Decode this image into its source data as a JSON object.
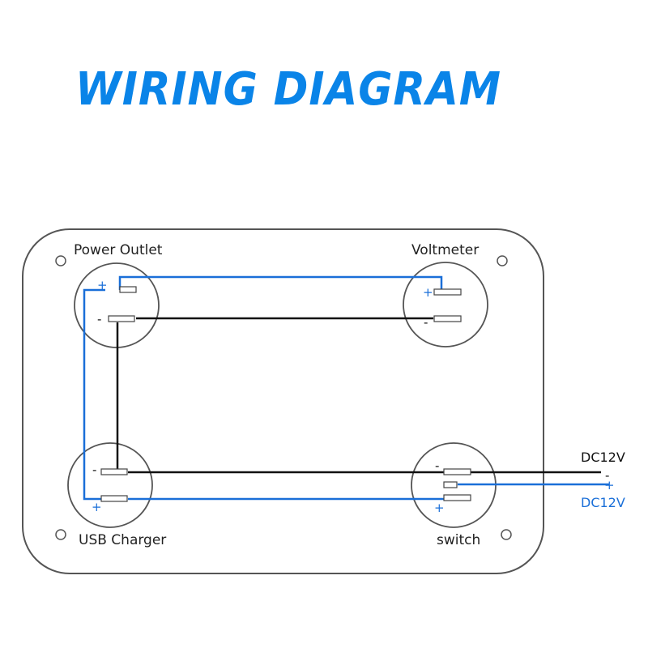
{
  "title": "WIRING DIAGRAM",
  "colors": {
    "accent": "#0a84e8",
    "wire_positive": "#1a6fd8",
    "wire_negative": "#111111",
    "panel_border": "#555555"
  },
  "components": {
    "power_outlet": {
      "label": "Power Outlet",
      "plus": "+",
      "minus": "-"
    },
    "voltmeter": {
      "label": "Voltmeter",
      "plus": "+",
      "minus": "-"
    },
    "usb_charger": {
      "label": "USB Charger",
      "plus": "+",
      "minus": "-"
    },
    "switch": {
      "label": "switch",
      "plus": "+",
      "minus": "-"
    }
  },
  "supply": {
    "negative_label": "DC12V",
    "negative_sign": "-",
    "positive_label": "DC12V",
    "positive_sign": "+"
  }
}
